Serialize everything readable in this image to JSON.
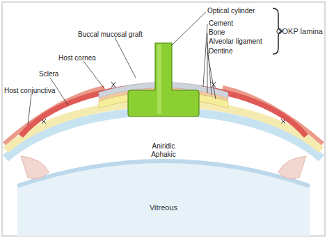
{
  "diagram": {
    "labels": [
      "Optical cylinder",
      "Cement",
      "Bone",
      "Alveolar ligament",
      "Dentine",
      "OOKP lamina",
      "Buccal mucosal graft",
      "Host cornea",
      "Sclera",
      "Host conjunctiva",
      "Aniridic Aphakic",
      "Vitreous"
    ]
  }
}
